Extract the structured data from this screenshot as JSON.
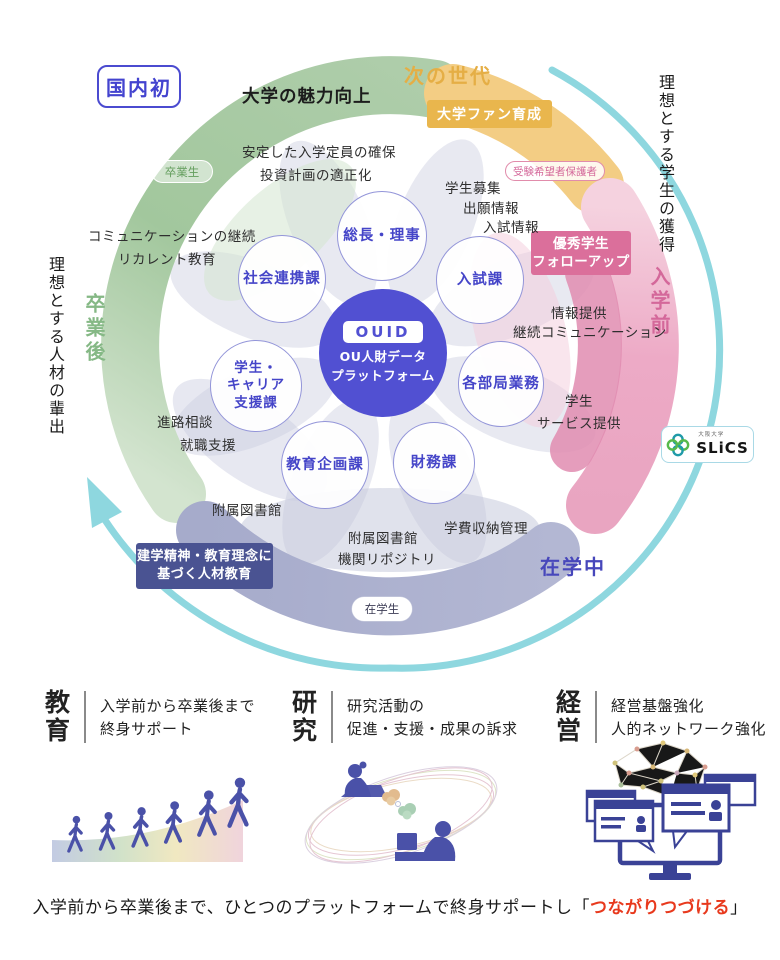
{
  "badges": {
    "domestic_first": "国内初",
    "graduates_pill": "卒業生",
    "applicants_pill": "受験希望者保護者",
    "students_pill": "在学生"
  },
  "headline": "大学の魅力向上",
  "stages": {
    "next_gen": "次の世代",
    "pre_admission": "入学前",
    "enrolled": "在学中",
    "after_graduation": "卒業後"
  },
  "goals": {
    "right_vertical": "理想とする学生の獲得",
    "left_vertical": "理想とする人材の輩出"
  },
  "highlight_boxes": {
    "fan": "大学ファン育成",
    "followup_l1": "優秀学生",
    "followup_l2": "フォローアップ",
    "founding_l1": "建学精神・教育理念に",
    "founding_l2": "基づく人材教育"
  },
  "center": {
    "ouid": "OUID",
    "platform_l1": "OU人財データ",
    "platform_l2": "プラットフォーム"
  },
  "departments": {
    "president": "総長・理事",
    "admissions": "入試課",
    "community": "社会連携課",
    "career_l1": "学生・",
    "career_l2": "キャリア",
    "career_l3": "支援課",
    "bureaus": "各部局業務",
    "planning": "教育企画課",
    "finance": "財務課"
  },
  "notes": {
    "stable": "安定した入学定員の確保",
    "investment": "投資計画の適正化",
    "recruit": "学生募集",
    "application": "出願情報",
    "exam": "入試情報",
    "comm_cont": "コミュニケーションの継続",
    "recurrent": "リカレント教育",
    "info": "情報提供",
    "cont_comm": "継続コミュニケーション",
    "service_l1": "学生",
    "service_l2": "サービス提供",
    "career_consult": "進路相談",
    "job": "就職支援",
    "library1": "附属図書館",
    "library2": "附属図書館",
    "repository": "機関リポジトリ",
    "tuition": "学費収納管理"
  },
  "slics": {
    "org": "大阪大学",
    "name": "SLiCS"
  },
  "pillars": [
    {
      "title": "教育",
      "desc_l1": "入学前から卒業後まで",
      "desc_l2": "終身サポート"
    },
    {
      "title": "研究",
      "desc_l1": "研究活動の",
      "desc_l2": "促進・支援・成果の訴求"
    },
    {
      "title": "経営",
      "desc_l1": "経営基盤強化",
      "desc_l2": "人的ネットワーク強化"
    }
  ],
  "footer": {
    "prefix": "入学前から卒業後まで、ひとつのプラットフォームで終身サポートし「",
    "highlight": "つながりつづける",
    "suffix": "」"
  },
  "icons": {
    "lifecycle_arrow": "teal-circular-arrow",
    "slics_knot": "interlocked-rings-icon",
    "education_illustration": "walking-people-on-gradient-ramp",
    "research_illustration": "two-researchers-laptops-orbit",
    "management_illustration": "network-graph-monitor-cards"
  },
  "colors": {
    "ring_green": "#a2c79d",
    "ring_yellow": "#f3cd84",
    "ring_pink": "#edaac6",
    "ring_pink_deep": "#e08cb0",
    "ring_lavender": "#a9aecd",
    "teal_arrow": "#8ed7df",
    "center_purple": "#5150d2",
    "dept_text": "#4545c8",
    "gold_text": "#e5ae45",
    "pink_text": "#d4689a",
    "green_text": "#7fb27a",
    "enrolled_text": "#4747bb",
    "footer_red": "#e8391d",
    "box_pink": "#db6f9b",
    "box_yellow": "#e9b64d",
    "box_slate": "#4a5392",
    "silhouette_blue": "#4a51a8"
  }
}
